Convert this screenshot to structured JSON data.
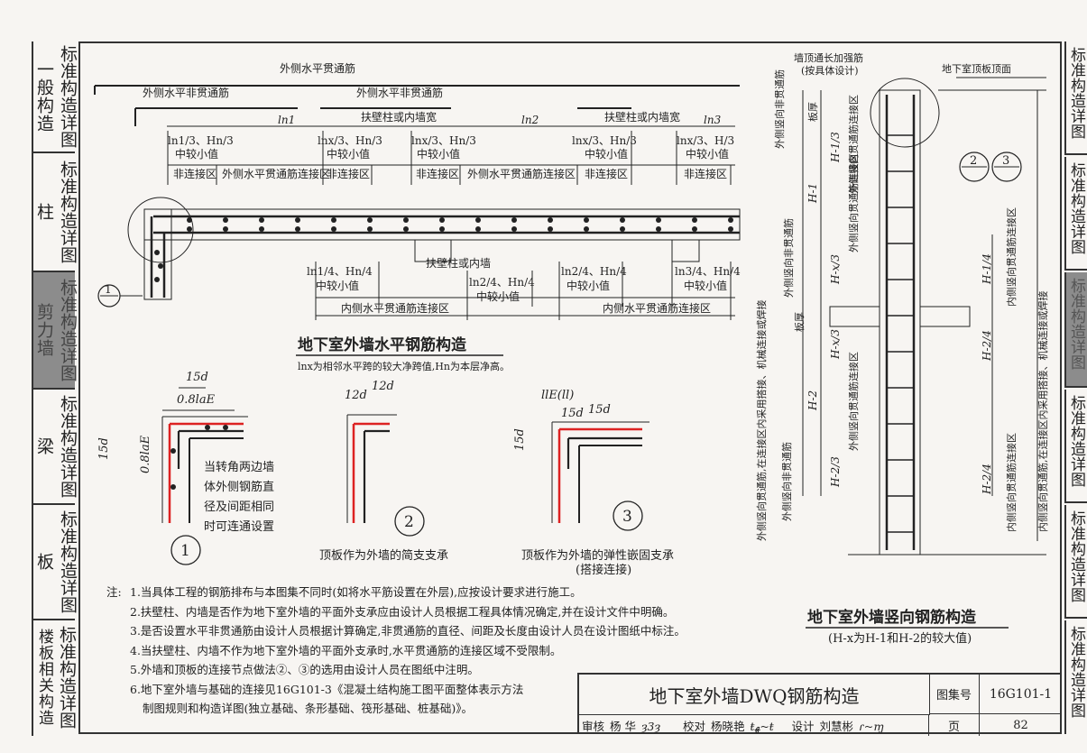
{
  "left_tabs": [
    {
      "pre": "一般构造",
      "text": "标准构造详图"
    },
    {
      "pre": "柱",
      "text": "标准构造详图"
    },
    {
      "pre": "剪力墙",
      "text": "标准构造详图",
      "active": true
    },
    {
      "pre": "梁",
      "text": "标准构造详图"
    },
    {
      "pre": "板",
      "text": "标准构造详图"
    },
    {
      "pre": "楼板相关构造",
      "text": "标准构造详图"
    }
  ],
  "right_tabs": [
    "标准构造详图",
    "标准构造详图",
    "标准构造详图",
    "标准构造详图",
    "标准构造详图",
    "标准构造详图"
  ],
  "horizontal": {
    "top_label": "外侧水平贯通筋",
    "non_through_1": "外侧水平非贯通筋",
    "non_through_2": "外侧水平非贯通筋",
    "ln1": "ln1",
    "ln2": "ln2",
    "ln3": "ln3",
    "pilaster_1": "扶壁柱或内墙宽",
    "pilaster_2": "扶壁柱或内墙宽",
    "lnx_h3_a": "ln1/3、Hn/3",
    "lnx_h3_b": "lnx/3、Hn/3",
    "lnx_h3_c": "lnx/3、Hn/3",
    "lnx_h3_d": "lnx/3、Hn/3",
    "lnx_h3_e": "lnx/3、H/3",
    "smaller": "中较小值",
    "non_conn": "非连接区",
    "outer_conn": "外侧水平贯通筋连接区",
    "pilaster_inner": "扶壁柱或内墙",
    "ln1_4": "ln1/4、Hn/4",
    "ln2_4a": "ln2/4、Hn/4",
    "ln2_4b": "ln2/4、Hn/4",
    "ln3_4": "ln3/4、Hn/4",
    "inner_conn": "内侧水平贯通筋连接区",
    "title": "地下室外墙水平钢筋构造",
    "subtitle": "lnx为相邻水平跨的较大净跨值,Hn为本层净高。",
    "marker": "1"
  },
  "details": {
    "d1_15d": "15d",
    "d1_08": "0.8laE",
    "d1_side_15d": "15d",
    "d1_side_08": "0.8laE",
    "d1_note": [
      "当转角两边墙",
      "体外侧钢筋直",
      "径及间距相同",
      "时可连通设置"
    ],
    "d1_no": "1",
    "d2_12d_a": "12d",
    "d2_12d_b": "12d",
    "d2_no": "2",
    "d2_caption": "顶板作为外墙的简支支承",
    "d3_le": "llE(ll)",
    "d3_15d_a": "15d",
    "d3_15d_b": "15d",
    "d3_side_15d": "15d",
    "d3_no": "3",
    "d3_caption": "顶板作为外墙的弹性嵌固支承",
    "d3_caption2": "(搭接连接)"
  },
  "vertical": {
    "top_bar": "墙顶通长加强筋",
    "top_bar2": "(按具体设计)",
    "roof_face": "地下室顶板顶面",
    "c2": "2",
    "c3": "3",
    "outer_vert_non": "外侧竖向非贯通筋",
    "plate": "板厚",
    "h_minus1_3": "H-1/3",
    "outer_conn": "外侧竖向贯通筋连接区",
    "h1": "H-1",
    "hx3a": "H-x/3",
    "hx3b": "H-x/3",
    "outer_conn2": "外侧竖向贯通筋连接区",
    "outer_vert_non2": "外侧竖向非贯通筋",
    "plate2": "板厚",
    "h2": "H-2",
    "h2_3": "H-2/3",
    "outer_conn3": "外侧竖向贯通筋连接区",
    "outer_vert_non3": "外侧竖向非贯通筋",
    "h1_4": "H-1/4",
    "inner_conn": "内侧竖向贯通筋连接区",
    "h2_4a": "H-2/4",
    "h2_4b": "H-2/4",
    "inner_conn2": "内侧竖向贯通筋连接区",
    "left_long": "外侧竖向贯通筋,在连接区内采用搭接、机械连接或焊接",
    "right_long": "内侧竖向贯通筋,在连接区内采用搭接、机械连接或焊接",
    "title": "地下室外墙竖向钢筋构造",
    "subtitle": "(H-x为H-1和H-2的较大值)"
  },
  "notes": {
    "lead": "注:",
    "items": [
      "1.当具体工程的钢筋排布与本图集不同时(如将水平筋设置在外层),应按设计要求进行施工。",
      "2.扶壁柱、内墙是否作为地下室外墙的平面外支承应由设计人员根据工程具体情况确定,并在设计文件中明确。",
      "3.是否设置水平非贯通筋由设计人员根据计算确定,非贯通筋的直径、间距及长度由设计人员在设计图纸中标注。",
      "4.当扶壁柱、内墙不作为地下室外墙的平面外支承时,水平贯通筋的连接区域不受限制。",
      "5.外墙和顶板的连接节点做法②、③的选用由设计人员在图纸中注明。",
      "6.地下室外墙与基础的连接见16G101-3《混凝土结构施工图平面整体表示方法",
      "制图规则和构造详图(独立基础、条形基础、筏形基础、桩基础)》。"
    ]
  },
  "titleblock": {
    "title": "地下室外墙DWQ钢筋构造",
    "set_label": "图集号",
    "set_no": "16G101-1",
    "review": "审核",
    "reviewer": "杨 华",
    "check": "校对",
    "checker": "杨晓艳",
    "design": "设计",
    "designer": "刘慧彬",
    "page_label": "页",
    "page_no": "82"
  }
}
